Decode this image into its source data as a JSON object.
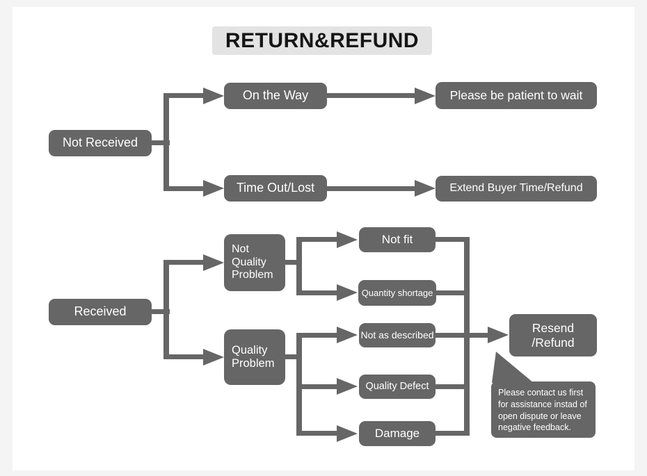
{
  "colors": {
    "page_bg": "#f4f4f4",
    "panel_bg": "#ffffff",
    "node": "#666666",
    "node_text": "#ffffff",
    "line": "#666666",
    "title_bg": "#e3e3e3",
    "title_text": "#151515"
  },
  "title": "RETURN&REFUND",
  "nodes": {
    "not_received": "Not Received",
    "on_the_way": "On the Way",
    "be_patient": "Please be patient to wait",
    "time_out_lost": "Time Out/Lost",
    "extend_buyer": "Extend Buyer Time/Refund",
    "received": "Received",
    "not_quality_problem": "Not\nQuality\nProblem",
    "quality_problem": "Quality\nProblem",
    "not_fit": "Not fit",
    "quantity_shortage": "Quantity shortage",
    "not_as_described": "Not as described",
    "quality_defect": "Quality Defect",
    "damage": "Damage",
    "resend_refund": "Resend\n/Refund",
    "note": "Please contact us first for assistance instad of open dispute or leave negative feedback."
  }
}
